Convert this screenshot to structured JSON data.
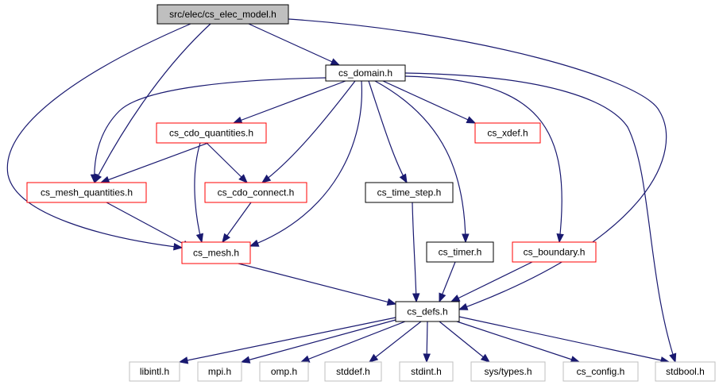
{
  "nodes": {
    "elec_model": {
      "label": "src/elec/cs_elec_model.h",
      "style": "root"
    },
    "domain": {
      "label": "cs_domain.h",
      "style": "black"
    },
    "cdo_quantities": {
      "label": "cs_cdo_quantities.h",
      "style": "red"
    },
    "xdef": {
      "label": "cs_xdef.h",
      "style": "red"
    },
    "mesh_quantities": {
      "label": "cs_mesh_quantities.h",
      "style": "red"
    },
    "cdo_connect": {
      "label": "cs_cdo_connect.h",
      "style": "red"
    },
    "time_step": {
      "label": "cs_time_step.h",
      "style": "black"
    },
    "mesh": {
      "label": "cs_mesh.h",
      "style": "red"
    },
    "timer": {
      "label": "cs_timer.h",
      "style": "black"
    },
    "boundary": {
      "label": "cs_boundary.h",
      "style": "red"
    },
    "defs": {
      "label": "cs_defs.h",
      "style": "black"
    },
    "libintl": {
      "label": "libintl.h",
      "style": "gray"
    },
    "mpi": {
      "label": "mpi.h",
      "style": "gray"
    },
    "omp": {
      "label": "omp.h",
      "style": "gray"
    },
    "stddef": {
      "label": "stddef.h",
      "style": "gray"
    },
    "stdint": {
      "label": "stdint.h",
      "style": "gray"
    },
    "systypes": {
      "label": "sys/types.h",
      "style": "gray"
    },
    "config": {
      "label": "cs_config.h",
      "style": "gray"
    },
    "stdbool": {
      "label": "stdbool.h",
      "style": "gray"
    }
  },
  "colors": {
    "edge": "#191970",
    "root_fill": "#bfbfbf",
    "black_border": "#000000",
    "red_border": "#ff0000",
    "gray_border": "#bfbfbf"
  }
}
